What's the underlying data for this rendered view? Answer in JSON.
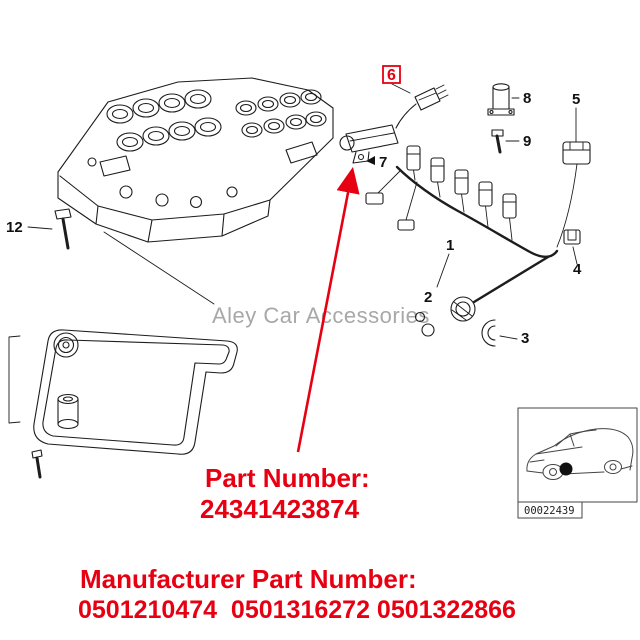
{
  "watermark": "Aley Car Accessories",
  "diagram": {
    "highlight_label": "6",
    "callouts": {
      "n1": "1",
      "n2": "2",
      "n3": "3",
      "n4": "4",
      "n5": "5",
      "n7": "7",
      "n8": "8",
      "n9": "9",
      "n12": "12"
    },
    "car_inset_code": "00022439"
  },
  "part_number": {
    "label": "Part Number:",
    "value": "24341423874"
  },
  "manufacturer_part_number": {
    "label": "Manufacturer Part Number:",
    "value": "0501210474  0501316272 0501322866"
  },
  "colors": {
    "accent_red": "#e60012",
    "watermark_gray": "#a8a8a8",
    "line_color": "#1d1d1d"
  }
}
